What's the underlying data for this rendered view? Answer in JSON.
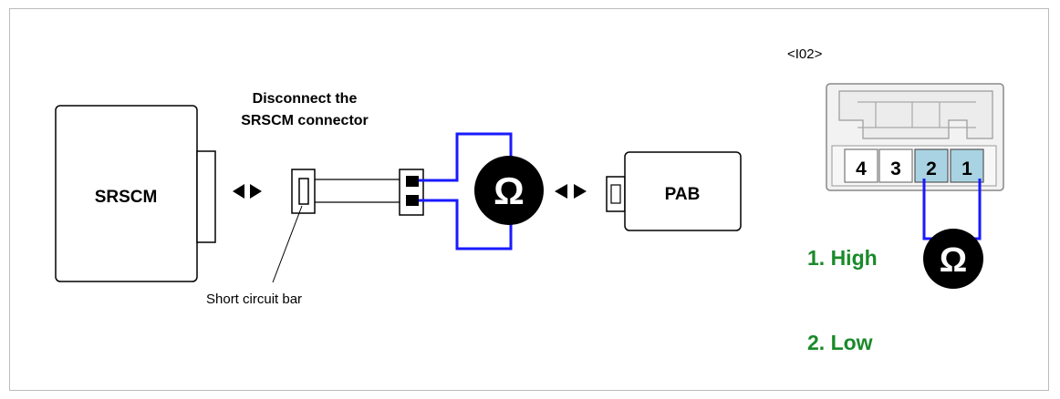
{
  "diagram": {
    "srscm_label": "SRSCM",
    "instruction_line1": "Disconnect the",
    "instruction_line2": "SRSCM connector",
    "short_circuit_label": "Short circuit bar",
    "pab_label": "PAB",
    "ohm_symbol": "Ω",
    "connector_id": "<I02>",
    "pins": [
      "4",
      "3",
      "2",
      "1"
    ],
    "legend_high": "1. High",
    "legend_low": "2. Low",
    "colors": {
      "wire": "#1a1aff",
      "legend": "#1a8a2a",
      "pin_highlight": "#a9d3e3",
      "meter": "#000000"
    }
  }
}
